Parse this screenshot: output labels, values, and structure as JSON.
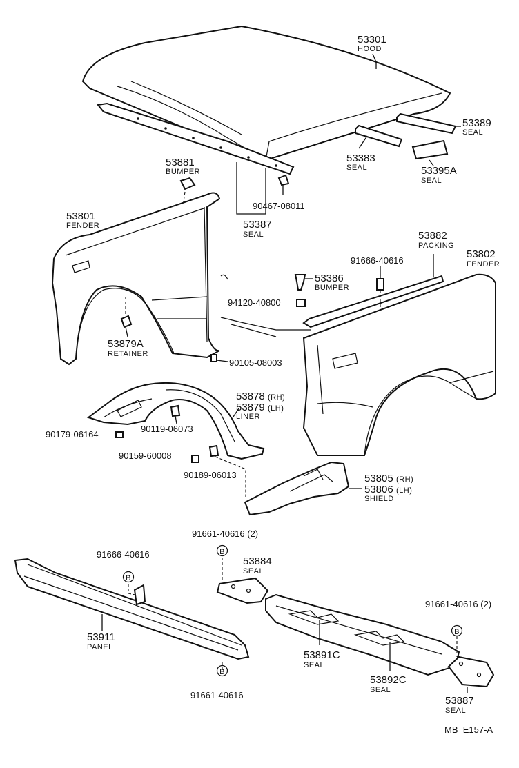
{
  "labels": {
    "p53301": "53301",
    "n_hood": "HOOD",
    "p53389": "53389",
    "n_seal_53389": "SEAL",
    "p53383": "53383",
    "n_seal_53383": "SEAL",
    "p53395a": "53395A",
    "n_seal_53395a": "SEAL",
    "p53881": "53881",
    "n_bumper_53881": "BUMPER",
    "p90467": "90467-08011",
    "p53387": "53387",
    "n_seal_53387": "SEAL",
    "p53801": "53801",
    "n_fender_53801": "FENDER",
    "p53882": "53882",
    "n_packing": "PACKING",
    "p53802": "53802",
    "n_fender_53802": "FENDER",
    "p91666a": "91666-40616",
    "p53386": "53386",
    "n_bumper_53386": "BUMPER",
    "p94120": "94120-40800",
    "p53879a": "53879A",
    "n_retainer": "RETAINER",
    "p90105": "90105-08003",
    "p53878": "53878",
    "s_rh1": "(RH)",
    "p53879": "53879",
    "s_lh1": "(LH)",
    "n_liner": "LINER",
    "p90179": "90179-06164",
    "p90119": "90119-06073",
    "p90159": "90159-60008",
    "p90189": "90189-06013",
    "p53805": "53805",
    "s_rh2": "(RH)",
    "p53806": "53806",
    "s_lh2": "(LH)",
    "n_shield": "SHIELD",
    "p91661a": "91661-40616 (2)",
    "p91666b": "91666-40616",
    "p53884": "53884",
    "n_seal_53884": "SEAL",
    "p91661b": "91661-40616 (2)",
    "p53911": "53911",
    "n_panel": "PANEL",
    "p53891c": "53891C",
    "n_seal_53891c": "SEAL",
    "p53892c": "53892C",
    "n_seal_53892c": "SEAL",
    "p53887": "53887",
    "n_seal_53887": "SEAL",
    "p91661c": "91661-40616",
    "footer": "MB  E157-A",
    "b": "B"
  }
}
